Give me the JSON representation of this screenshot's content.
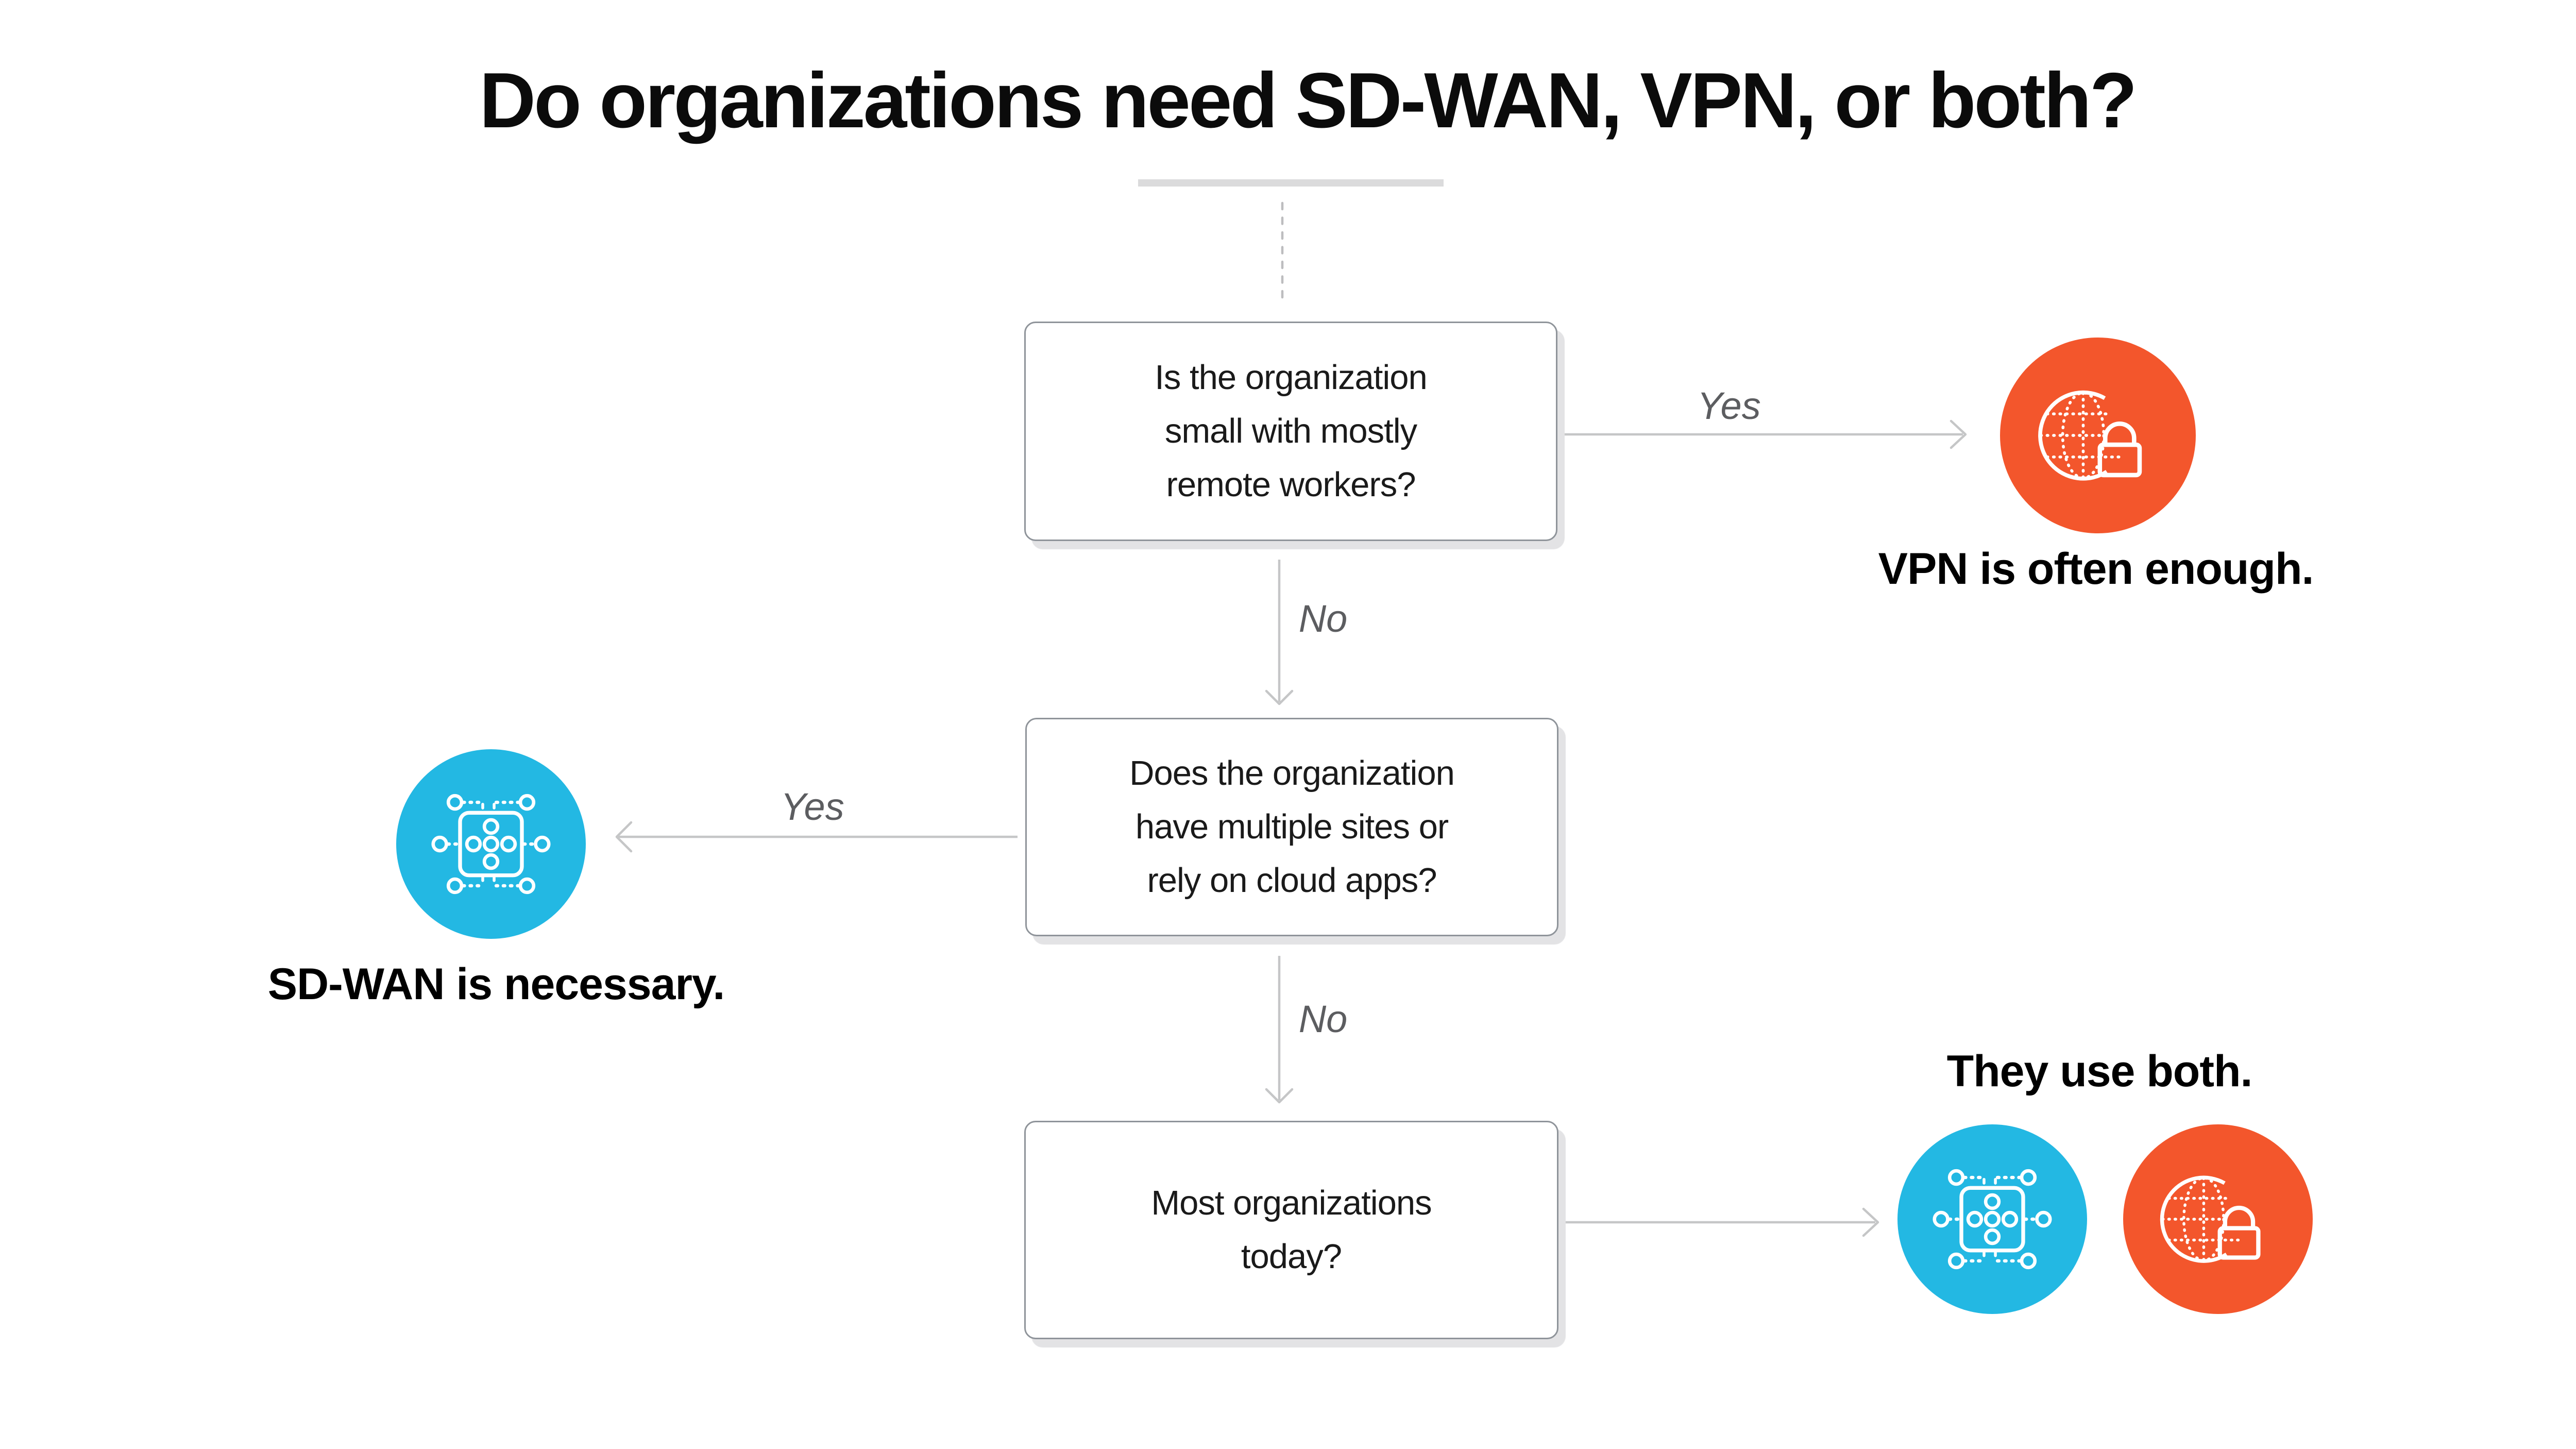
{
  "title": "Do organizations need SD-WAN, VPN, or both?",
  "colors": {
    "orange_accent": "#f3562c",
    "cyan_accent": "#23b8e3",
    "arrow_gray": "#c5c6c7",
    "label_gray": "#5c5d60",
    "box_border_gray": "#8f949a"
  },
  "flow": {
    "question1": "Is the organization\nsmall with mostly\nremote workers?",
    "question2": "Does the organization\nhave multiple sites or\nrely on cloud apps?",
    "question3": "Most organizations\ntoday?",
    "branch_yes_1": "Yes",
    "branch_no_1": "No",
    "branch_yes_2": "Yes",
    "branch_no_2": "No",
    "outcome_vpn": "VPN is often enough.",
    "outcome_sdwan": "SD-WAN is necessary.",
    "outcome_both": "They use both.",
    "icons": {
      "vpn": "globe-lock-icon",
      "sdwan": "network-mesh-icon"
    }
  }
}
